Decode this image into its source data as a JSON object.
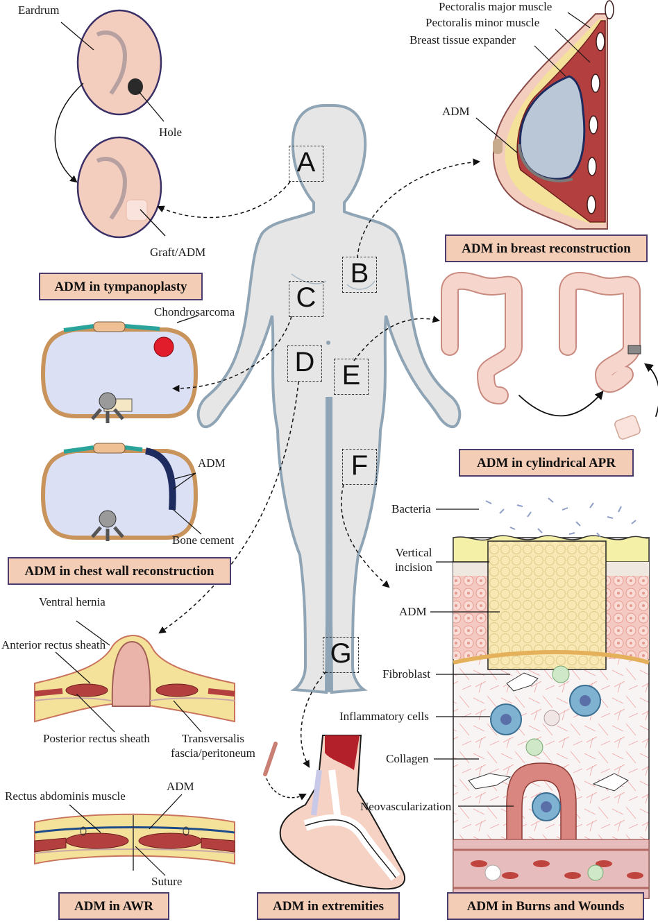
{
  "region_letters": [
    "A",
    "B",
    "C",
    "D",
    "E",
    "F",
    "G"
  ],
  "titles": {
    "tympanoplasty": "ADM in tympanoplasty",
    "breast": "ADM in breast reconstruction",
    "apr": "ADM in cylindrical APR",
    "chest": "ADM in chest wall reconstruction",
    "awr": "ADM in AWR",
    "extremities": "ADM in extremities",
    "burns": "ADM in Burns and Wounds"
  },
  "labels": {
    "eardrum": "Eardrum",
    "hole": "Hole",
    "graft": "Graft/ADM",
    "pectoralis_major": "Pectoralis major muscle",
    "pectoralis_minor": "Pectoralis minor muscle",
    "expander": "Breast tissue expander",
    "adm_breast": "ADM",
    "chondrosarcoma": "Chondrosarcoma",
    "adm_chest": "ADM",
    "bone_cement": "Bone cement",
    "ventral_hernia": "Ventral hernia",
    "anterior_rectus": "Anterior rectus sheath",
    "posterior_rectus": "Posterior rectus sheath",
    "transversalis_1": "Transversalis",
    "transversalis_2": "fascia/peritoneum",
    "rectus_abdominis": "Rectus abdominis muscle",
    "adm_awr": "ADM",
    "suture": "Suture",
    "bacteria": "Bacteria",
    "vertical_1": "Vertical",
    "vertical_2": "incision",
    "adm_burns": "ADM",
    "fibroblast": "Fibroblast",
    "inflammatory": "Inflammatory cells",
    "collagen": "Collagen",
    "neovascularization": "Neovascularization"
  },
  "colors": {
    "body": "#e6e6e6",
    "body_outline": "#8fa4b4",
    "title_bg": "#f4cdb7",
    "title_border": "#4a3c6e",
    "skin": "#f3cdbd",
    "fat": "#f5e29a",
    "muscle": "#b3403e",
    "expander": "#b9c7d6"
  }
}
